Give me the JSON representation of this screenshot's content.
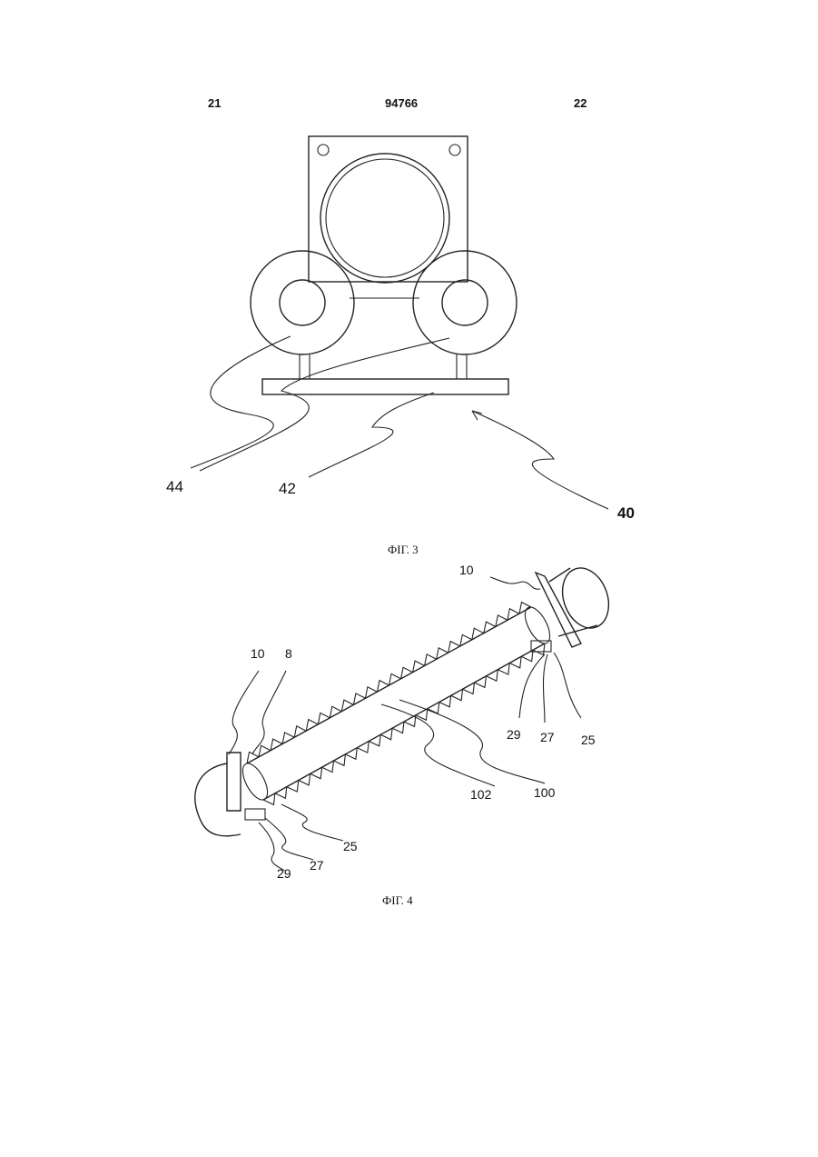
{
  "header": {
    "left_page": "21",
    "center_number": "94766",
    "right_page": "22"
  },
  "figure3": {
    "caption": "ФІГ. 3",
    "labels": {
      "ref44": "44",
      "ref42": "42",
      "ref40": "40"
    }
  },
  "figure4": {
    "caption": "ФІГ. 4",
    "labels": {
      "ref10_top": "10",
      "ref10_left": "10",
      "ref8": "8",
      "ref29_right": "29",
      "ref27_right": "27",
      "ref25_right": "25",
      "ref102": "102",
      "ref100": "100",
      "ref25_left": "25",
      "ref27_left": "27",
      "ref29_left": "29"
    }
  }
}
